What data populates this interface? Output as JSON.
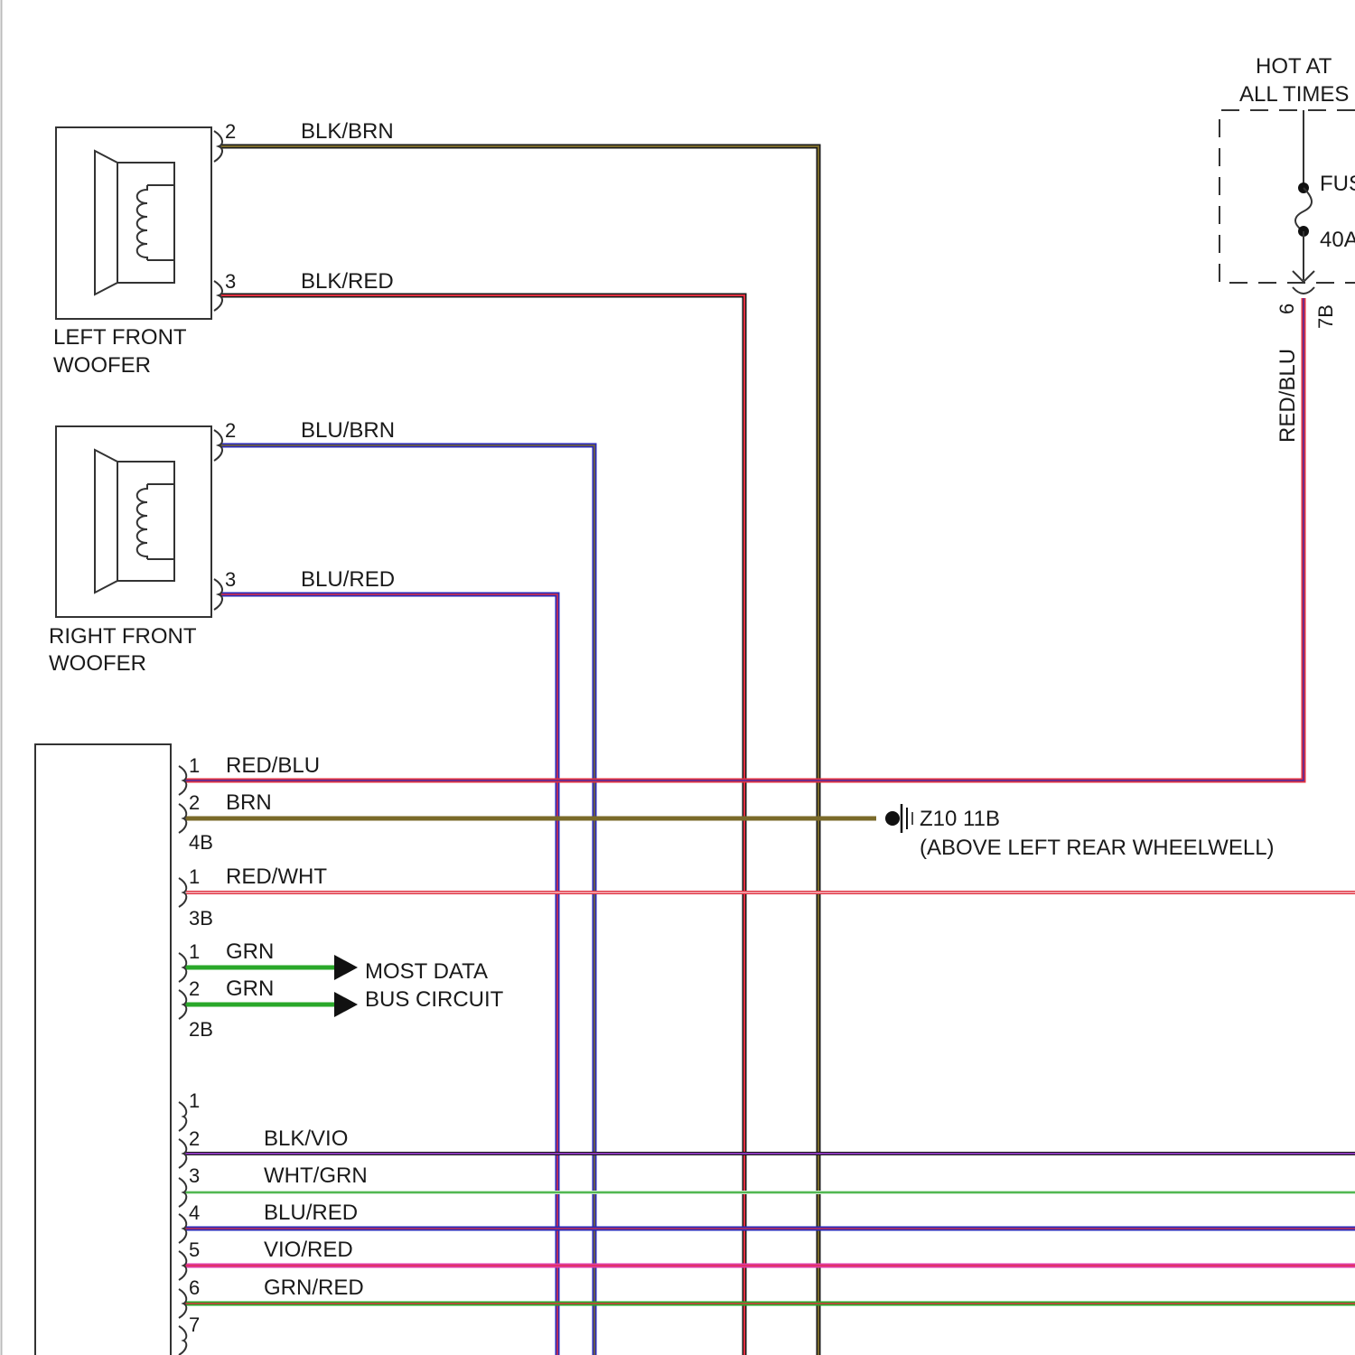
{
  "power": {
    "hot_line1": "HOT AT",
    "hot_line2": "ALL TIMES",
    "fuse_label": "FUS",
    "fuse_rating": "40A",
    "pin_a": "6",
    "pin_b": "7B",
    "wire_label": "RED/BLU"
  },
  "left_woofer": {
    "name_line1": "LEFT FRONT",
    "name_line2": "WOOFER",
    "pin2": "2",
    "wire2": "BLK/BRN",
    "pin3": "3",
    "wire3": "BLK/RED"
  },
  "right_woofer": {
    "name_line1": "RIGHT FRONT",
    "name_line2": "WOOFER",
    "pin2": "2",
    "wire2": "BLU/BRN",
    "pin3": "3",
    "wire3": "BLU/RED"
  },
  "amp": {
    "c4b": {
      "pin1": "1",
      "wire1": "RED/BLU",
      "pin2": "2",
      "wire2": "BRN",
      "name": "4B"
    },
    "c3b": {
      "pin1": "1",
      "wire1": "RED/WHT",
      "name": "3B"
    },
    "c2b": {
      "pin1": "1",
      "wire1": "GRN",
      "pin2": "2",
      "wire2": "GRN",
      "name": "2B"
    },
    "bus_line1": "MOST DATA",
    "bus_line2": "BUS CIRCUIT",
    "lower": [
      {
        "pin": "1",
        "wire": ""
      },
      {
        "pin": "2",
        "wire": "BLK/VIO"
      },
      {
        "pin": "3",
        "wire": "WHT/GRN"
      },
      {
        "pin": "4",
        "wire": "BLU/RED"
      },
      {
        "pin": "5",
        "wire": "VIO/RED"
      },
      {
        "pin": "6",
        "wire": "GRN/RED"
      },
      {
        "pin": "7",
        "wire": ""
      }
    ]
  },
  "ground": {
    "id": "Z10 11B",
    "location": "(ABOVE LEFT REAR WHEELWELL)"
  },
  "colors": {
    "brown": "#7a6a2a",
    "red": "#e03040",
    "blue": "#2a2ab8",
    "green": "#2aa82a",
    "violet": "#8a3ab8",
    "pink": "#e03aa8"
  }
}
